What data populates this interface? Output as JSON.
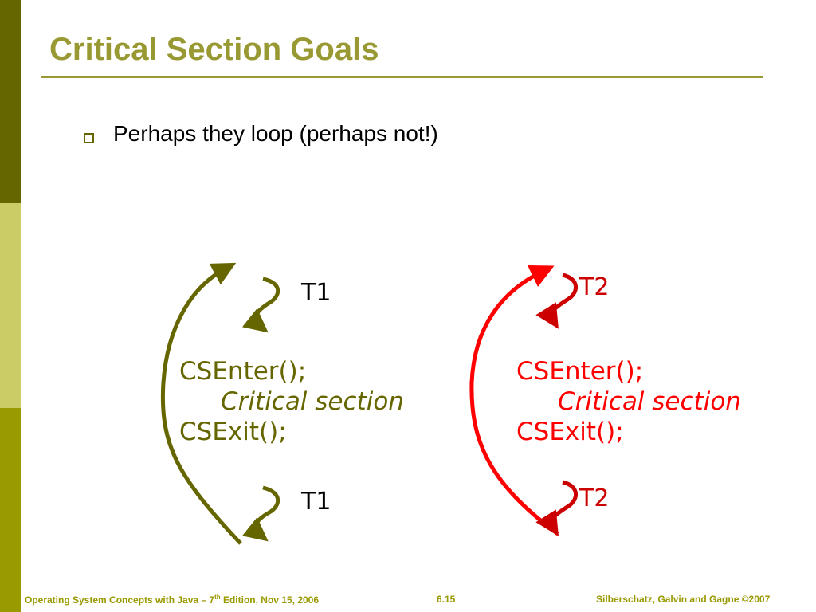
{
  "slide": {
    "title": "Critical Section Goals",
    "bullet": "Perhaps they loop (perhaps not!)"
  },
  "thread_left": {
    "label_top": "T1",
    "label_bottom": "T1",
    "enter": "CSEnter();",
    "section": "Critical section",
    "exit": "CSExit();",
    "color": "#666600"
  },
  "thread_right": {
    "label_top": "T2",
    "label_bottom": "T2",
    "enter": "CSEnter();",
    "section": "Critical section",
    "exit": "CSExit();",
    "color": "#ff0000"
  },
  "footer": {
    "left_prefix": "Operating System Concepts with Java – 7",
    "left_sup": "th",
    "left_suffix": " Edition, Nov 15, 2006",
    "center": "6.15",
    "right": "Silberschatz, Galvin and Gagne ©2007"
  },
  "colors": {
    "title": "#999933",
    "sidebar_dark": "#666600",
    "sidebar_light": "#cccc66",
    "sidebar_mid": "#999900",
    "right_thread": "#ff0000",
    "right_thread_dark": "#cc0000"
  }
}
